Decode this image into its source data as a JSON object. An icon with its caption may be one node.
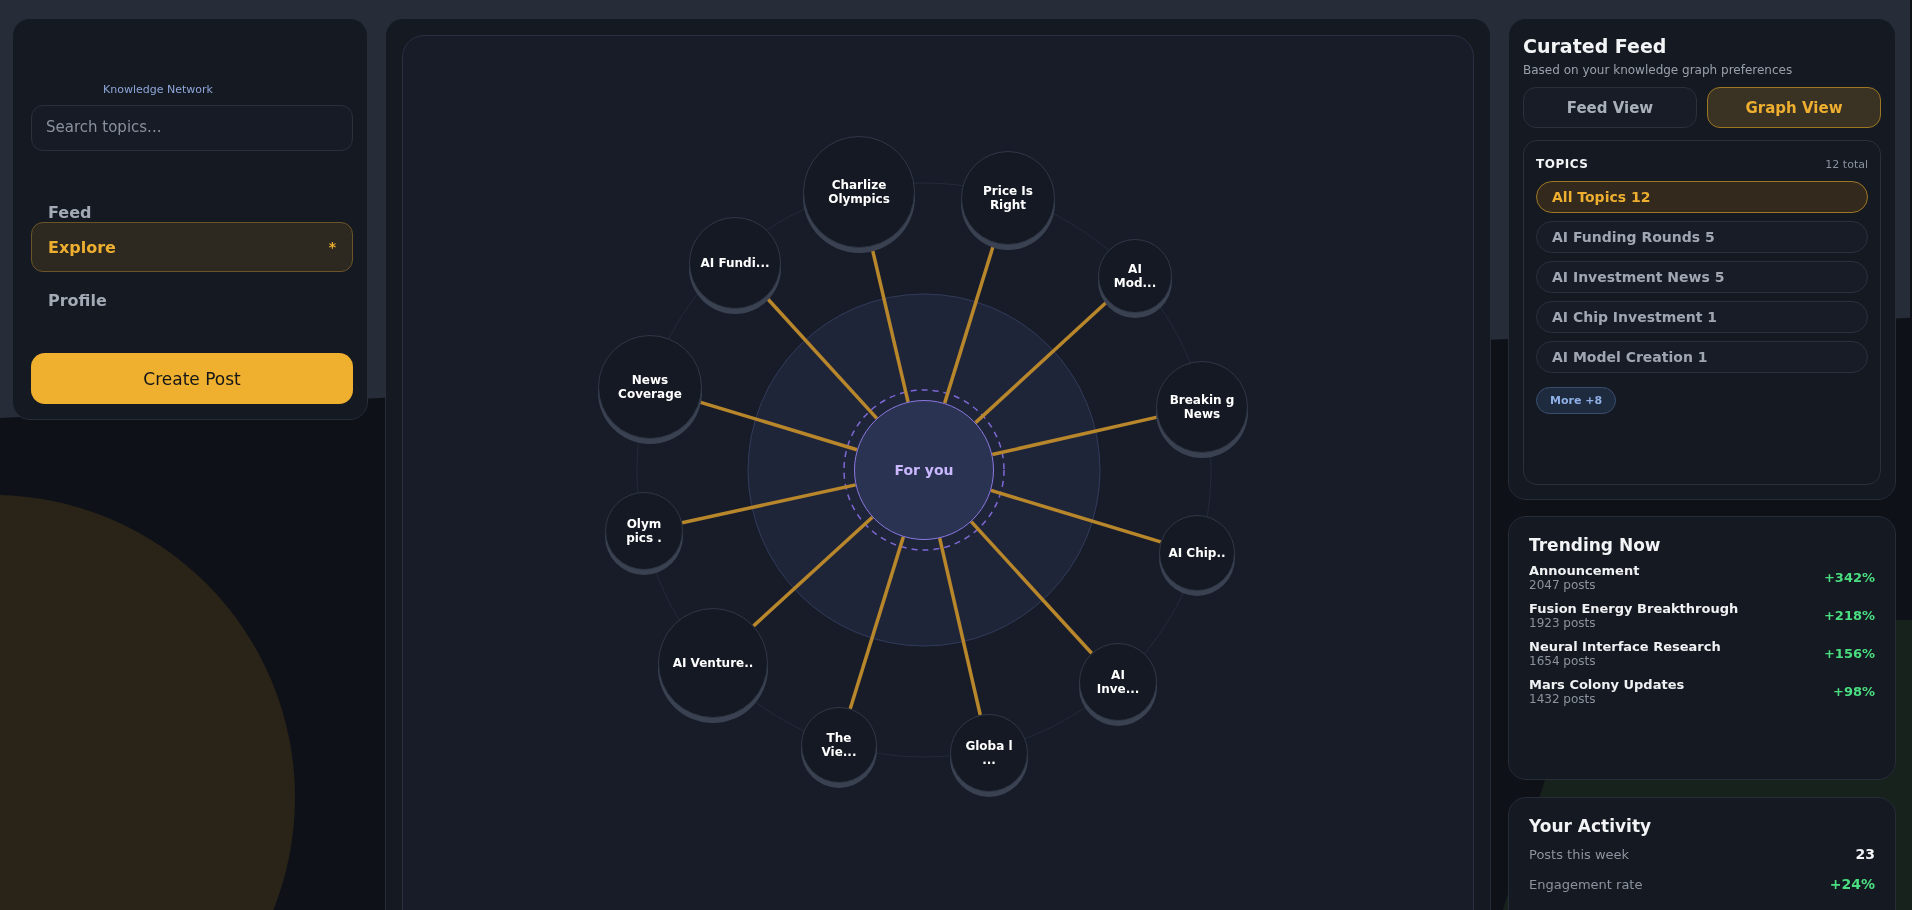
{
  "diagram": {
    "nodes": [
      {
        "text": [
          "For you"
        ]
      },
      {
        "text": [
          "Charlize Olympics"
        ]
      },
      {
        "text": [
          "Price Is Right"
        ]
      },
      {
        "text": [
          "AI Mod..."
        ]
      },
      {
        "text": [
          "Breakin g News"
        ]
      },
      {
        "text": [
          "AI Chip.."
        ]
      },
      {
        "text": [
          "AI Inve..."
        ]
      },
      {
        "text": [
          "Globa l ..."
        ]
      },
      {
        "text": [
          "The Vie..."
        ]
      },
      {
        "text": [
          "AI Venture.."
        ]
      },
      {
        "text": [
          "Olym pics ."
        ]
      },
      {
        "text": [
          "News Coverage"
        ]
      },
      {
        "text": [
          "AI Fundi..."
        ]
      }
    ],
    "edges": [
      {
        "from": 0,
        "to": 1,
        "arrow": "none"
      },
      {
        "from": 0,
        "to": 2,
        "arrow": "none"
      },
      {
        "from": 0,
        "to": 3,
        "arrow": "none"
      },
      {
        "from": 0,
        "to": 4,
        "arrow": "none"
      },
      {
        "from": 0,
        "to": 5,
        "arrow": "none"
      },
      {
        "from": 0,
        "to": 6,
        "arrow": "none"
      },
      {
        "from": 0,
        "to": 7,
        "arrow": "none"
      },
      {
        "from": 0,
        "to": 8,
        "arrow": "none"
      },
      {
        "from": 0,
        "to": 9,
        "arrow": "none"
      },
      {
        "from": 0,
        "to": 10,
        "arrow": "none"
      },
      {
        "from": 0,
        "to": 11,
        "arrow": "none"
      },
      {
        "from": 0,
        "to": 12,
        "arrow": "none"
      }
    ],
    "labels": [
      "Knowledge Network",
      "Search topics...",
      "Feed",
      "Explore",
      "*",
      "Profile",
      "Create Post",
      "Curated Feed",
      "Based on your knowledge graph preferences",
      "Feed View",
      "Graph View",
      "TOPICS",
      "12 total",
      "All Topics 12",
      "AI Funding Rounds 5",
      "AI Investment News 5",
      "AI Chip Investment 1",
      "AI Model Creation 1",
      "More +8",
      "Trending Now",
      "Announcement",
      "2047 posts",
      "+342%",
      "Fusion Energy Breakthrough",
      "1923 posts",
      "+218%",
      "Neural Interface Research",
      "1654 posts",
      "+156%",
      "Mars Colony Updates",
      "1432 posts",
      "+98%",
      "Your Activity",
      "Posts this week",
      "23",
      "Engagement rate",
      "+24%"
    ]
  }
}
